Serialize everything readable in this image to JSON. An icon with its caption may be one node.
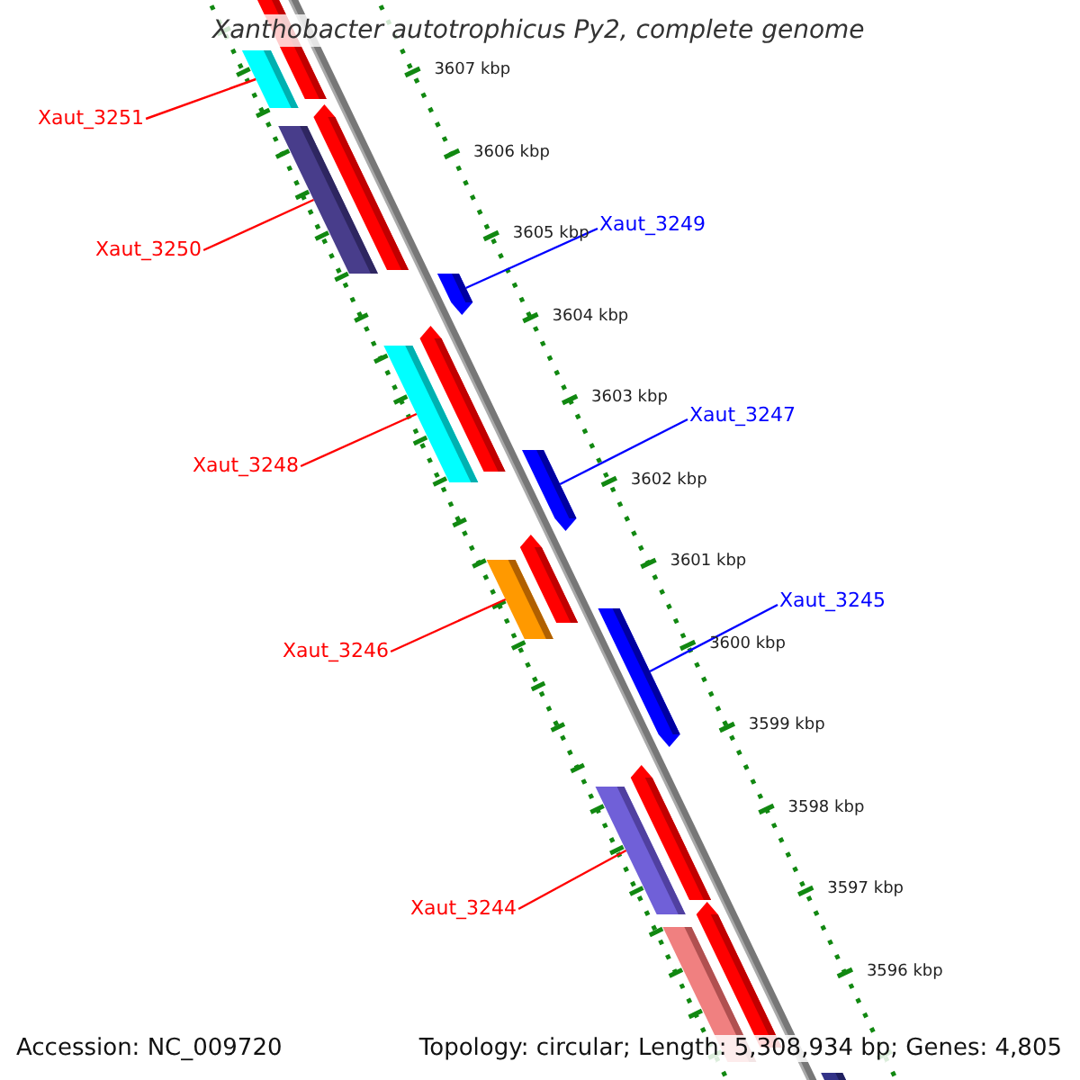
{
  "diagram": {
    "title": "Xanthobacter autotrophicus Py2, complete genome",
    "nodes": [
      {
        "text": [
          "Xaut_3251"
        ]
      },
      {
        "text": [],
        "shape": "bar"
      },
      {
        "text": [
          "Xaut_3250"
        ]
      },
      {
        "text": [],
        "shape": "bar"
      },
      {
        "text": [
          "Xaut_3249"
        ]
      },
      {
        "text": [],
        "shape": "bar"
      },
      {
        "text": [
          "Xaut_3248"
        ]
      },
      {
        "text": [],
        "shape": "bar"
      },
      {
        "text": [
          "Xaut_3247"
        ]
      },
      {
        "text": [],
        "shape": "bar"
      },
      {
        "text": [
          "Xaut_3246"
        ]
      },
      {
        "text": [],
        "shape": "bar"
      },
      {
        "text": [
          "Xaut_3245"
        ]
      },
      {
        "text": [],
        "shape": "bar"
      },
      {
        "text": [
          "Xaut_3244"
        ]
      },
      {
        "text": [],
        "shape": "bar"
      }
    ],
    "edges": [
      {
        "from": 0,
        "to": 1,
        "arrow": "none"
      },
      {
        "from": 2,
        "to": 3,
        "arrow": "none"
      },
      {
        "from": 4,
        "to": 5,
        "arrow": "none",
        "color": "#0000ff"
      },
      {
        "from": 6,
        "to": 7,
        "arrow": "none"
      },
      {
        "from": 8,
        "to": 9,
        "arrow": "none",
        "color": "#0000ff"
      },
      {
        "from": 10,
        "to": 11,
        "arrow": "none"
      },
      {
        "from": 12,
        "to": 13,
        "arrow": "none",
        "color": "#0000ff"
      },
      {
        "from": 14,
        "to": 15,
        "arrow": "none"
      }
    ],
    "labels": [
      "3607 kbp",
      "3606 kbp",
      "3605 kbp",
      "3604 kbp",
      "3603 kbp",
      "3602 kbp",
      "3601 kbp",
      "3600 kbp",
      "3599 kbp",
      "3598 kbp",
      "3597 kbp",
      "3596 kbp",
      "Accession: NC_009720",
      "Topology: circular; Length: 5,308,934 bp; Genes: 4,805"
    ]
  }
}
